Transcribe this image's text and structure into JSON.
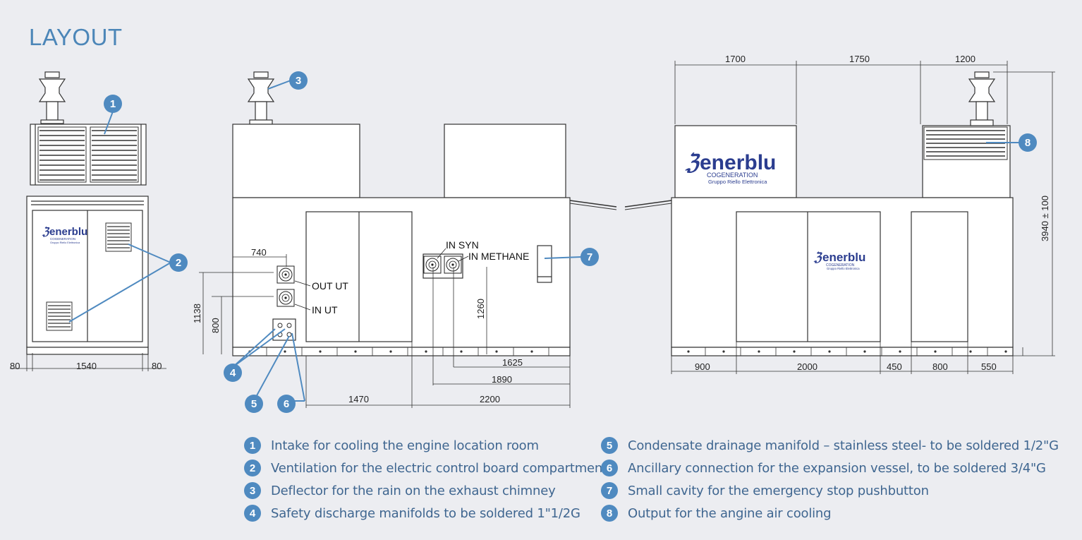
{
  "title": "LAYOUT",
  "colors": {
    "accent": "#4f8ac0",
    "title": "#4c86b8",
    "logo": "#2b3d8f",
    "background": "#ecedf1"
  },
  "logo": {
    "name": "enerblu",
    "sub1": "COGENERATION",
    "sub2": "Gruppo Riello Elettronica"
  },
  "dimensions": {
    "front": [
      "80",
      "1540",
      "80"
    ],
    "side_left": [
      "740",
      "1138",
      "800",
      "1260"
    ],
    "side_bottom": [
      "1625",
      "1890",
      "1470",
      "2200"
    ],
    "rear_top": [
      "1700",
      "1750",
      "1200"
    ],
    "rear_height": "3940 ± 100",
    "rear_bottom": [
      "900",
      "2000",
      "450",
      "800",
      "550"
    ]
  },
  "labels": {
    "out_ut": "OUT UT",
    "in_ut": "IN UT",
    "in_syn": "IN SYN",
    "in_methane": "IN METHANE"
  },
  "callouts": [
    "1",
    "2",
    "3",
    "4",
    "5",
    "6",
    "7",
    "8"
  ],
  "legend": [
    {
      "num": "1",
      "text": "Intake for cooling the engine location room"
    },
    {
      "num": "2",
      "text": "Ventilation for the electric control board compartment"
    },
    {
      "num": "3",
      "text": "Deflector for the rain on the exhaust chimney"
    },
    {
      "num": "4",
      "text": "Safety discharge manifolds to be soldered 1\"1/2G"
    },
    {
      "num": "5",
      "text": "Condensate drainage manifold – stainless steel- to be soldered 1/2\"G"
    },
    {
      "num": "6",
      "text": "Ancillary connection for the expansion vessel, to be soldered 3/4\"G"
    },
    {
      "num": "7",
      "text": "Small cavity for the emergency stop pushbutton"
    },
    {
      "num": "8",
      "text": "Output for the angine air cooling"
    }
  ]
}
